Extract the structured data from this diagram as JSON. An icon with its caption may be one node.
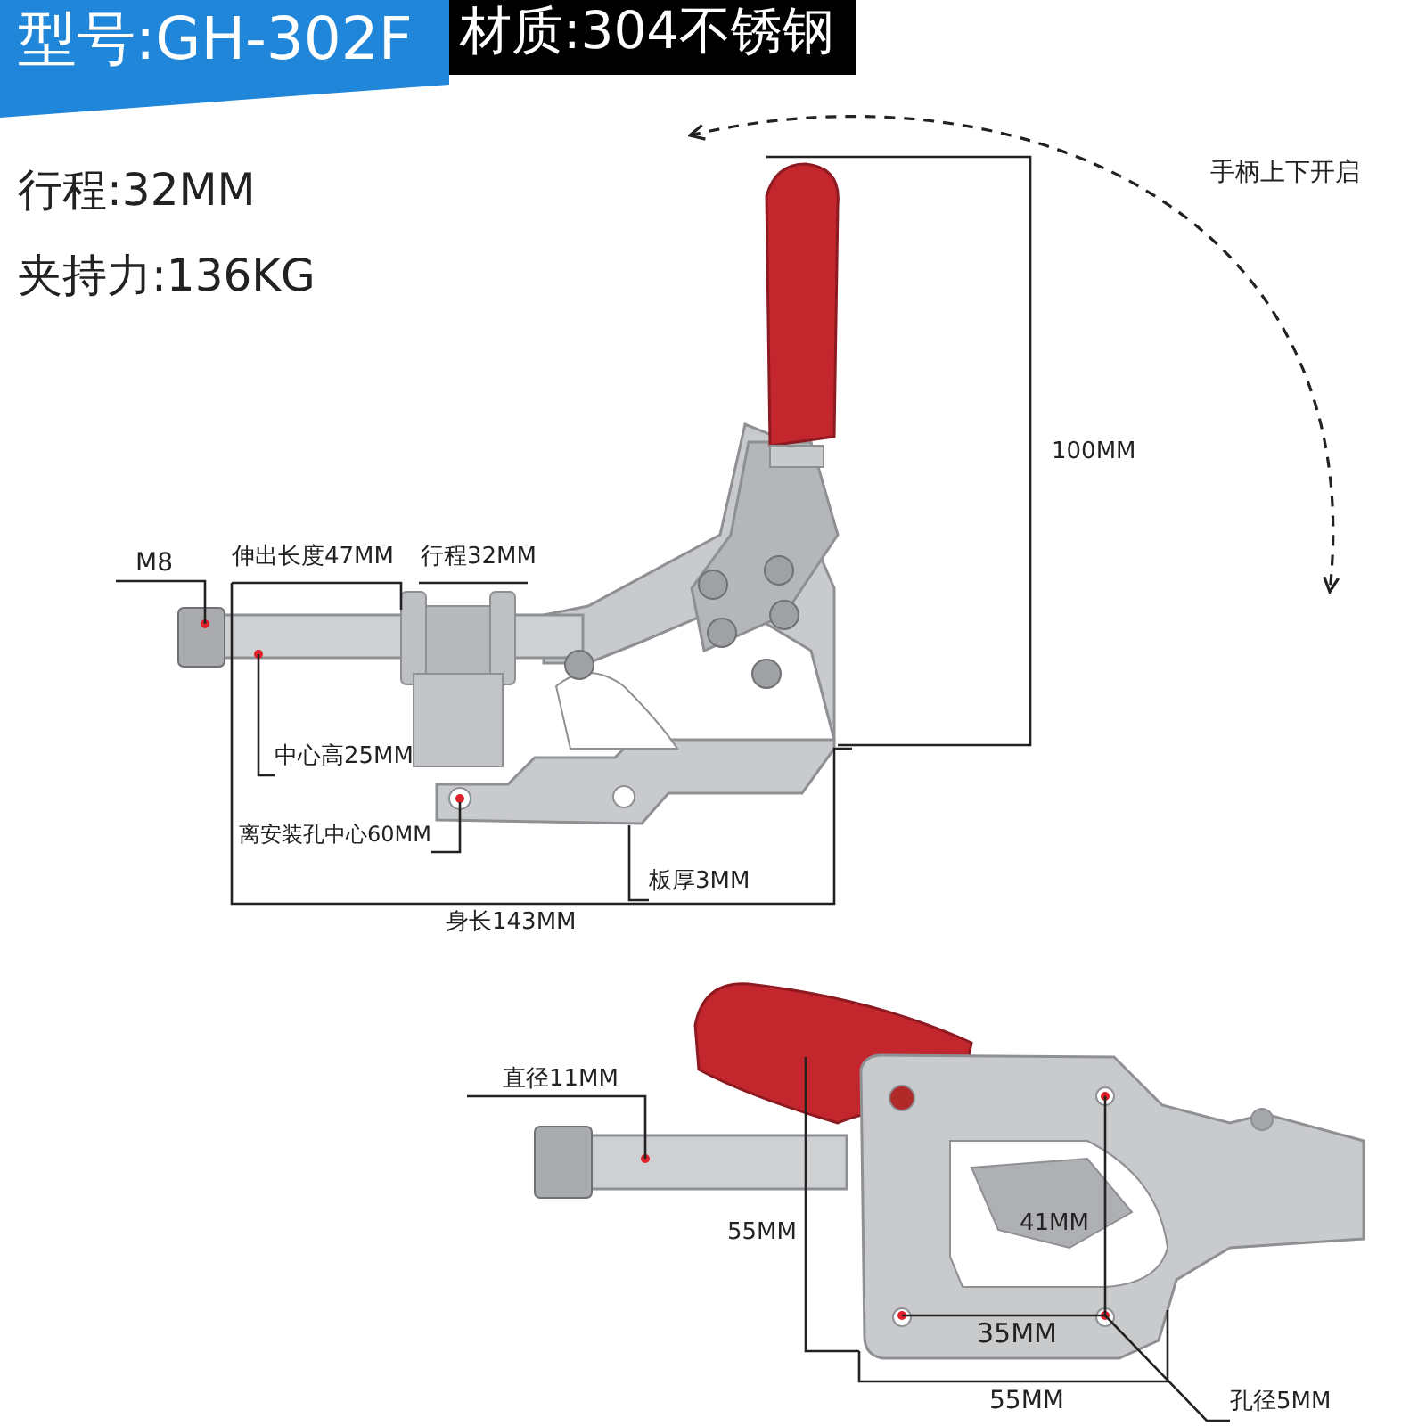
{
  "diagram": {
    "nodes": [
      {
        "text": [
          "型号:GH-302F"
        ]
      },
      {
        "text": [
          "材质:304不锈钢"
        ]
      },
      {
        "text": [
          "M8"
        ]
      },
      {
        "text": [
          "中心高25MM"
        ]
      },
      {
        "text": [
          "离安装孔中心60MM"
        ]
      },
      {
        "text": [
          "板厚3MM"
        ]
      },
      {
        "text": [
          "直径11MM"
        ]
      },
      {
        "text": [
          "孔径5MM"
        ]
      }
    ],
    "edges": [
      {
        "from": 2,
        "to": null,
        "arrow": "none"
      },
      {
        "from": 3,
        "to": null,
        "arrow": "none"
      },
      {
        "from": 4,
        "to": null,
        "arrow": "none"
      },
      {
        "from": 5,
        "to": null,
        "arrow": "none"
      },
      {
        "from": 6,
        "to": null,
        "arrow": "none"
      },
      {
        "from": 7,
        "to": null,
        "arrow": "none"
      }
    ],
    "labels": [
      "行程:32MM",
      "手柄上下开启",
      "夹持力:136KG",
      "100MM",
      "伸出长度47MM",
      "行程32MM",
      "身长143MM",
      "41MM",
      "55MM",
      "35MM",
      "55MM"
    ]
  }
}
